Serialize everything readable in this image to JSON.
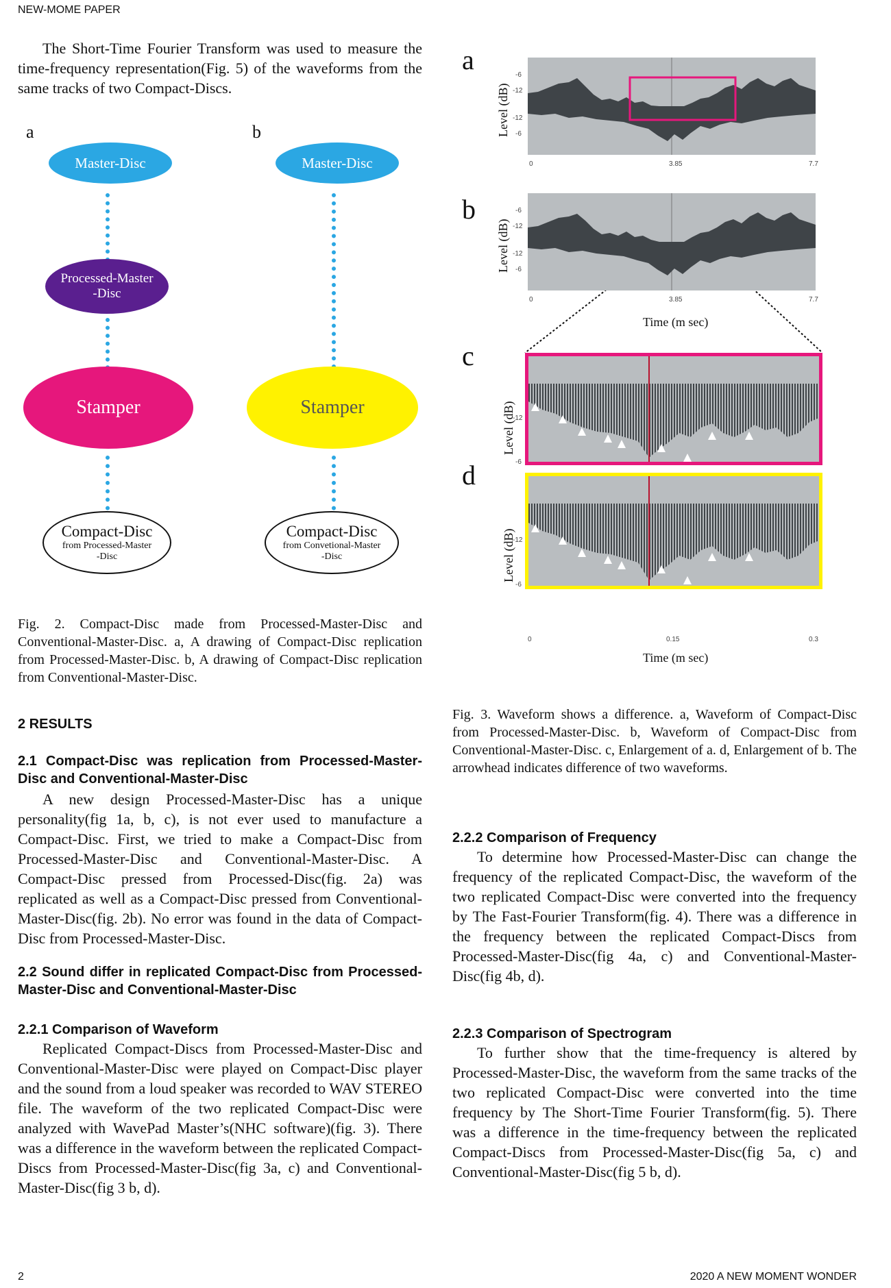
{
  "running_head": "NEW-MOME PAPER",
  "intro": "The Short-Time Fourier Transform was used to measure the time-frequency representation(Fig. 5) of the waveforms from the same tracks of two Compact-Discs.",
  "fig2": {
    "panel_a": "a",
    "panel_b": "b",
    "master_a": "Master-Disc",
    "master_b": "Master-Disc",
    "processed_l1": "Processed-Master",
    "processed_l2": "-Disc",
    "stamper_a": "Stamper",
    "stamper_b": "Stamper",
    "cd_a_title": "Compact-Disc",
    "cd_a_sub1": "from Processed-Master",
    "cd_a_sub2": "-Disc",
    "cd_b_title": "Compact-Disc",
    "cd_b_sub1": "from Convetional-Master",
    "cd_b_sub2": "-Disc",
    "caption": "Fig. 2. Compact-Disc made from Processed-Master-Disc and Conventional-Master-Disc. a, A drawing of Compact-Disc replication from Processed-Master-Disc. b, A drawing of Compact-Disc replication from Conventional-Master-Disc."
  },
  "fig3": {
    "letters": [
      "a",
      "b",
      "c",
      "d"
    ],
    "ylabel": "Level (dB)",
    "ab_yticks": [
      "-6",
      "-12",
      "-12",
      "-6"
    ],
    "cd_yticks": [
      "-12",
      "-6"
    ],
    "ab_xticks": [
      "0",
      "3.85",
      "7.7"
    ],
    "cd_xticks": [
      "0",
      "0.15",
      "0.3"
    ],
    "xlabel": "Time (m sec)",
    "caption": "Fig. 3. Waveform shows a difference. a, Waveform of Compact-Disc from Processed-Master-Disc. b, Waveform of Compact-Disc from Conventional-Master-Disc. c, Enlargement of a. d, Enlargement of b. The arrowhead indicates difference of two waveforms.",
    "colors": {
      "magenta": "#e6177c",
      "yellow": "#fff200",
      "plot_bg": "#b9bdc0",
      "wave": "#3f4448"
    }
  },
  "results": {
    "heading": "2 RESULTS",
    "h21": "2.1 Compact-Disc was replication from Processed-Master-Disc and Conventional-Master-Disc",
    "p21": "A new design Processed-Master-Disc has a unique personality(fig 1a, b, c), is not ever used to manufacture a Compact-Disc. First, we tried to make a Compact-Disc from Processed-Master-Disc and Conventional-Master-Disc. A Compact-Disc pressed from Processed-Disc(fig. 2a) was replicated as well as a Compact-Disc pressed from Conventional-Master-Disc(fig. 2b). No error was found in the data of Compact-Disc from Processed-Master-Disc.",
    "h22": "2.2 Sound differ in replicated Compact-Disc from Processed-Master-Disc and Conventional-Master-Disc",
    "h221": "2.2.1 Comparison of Waveform",
    "p221": "Replicated Compact-Discs from Processed-Master-Disc and Conventional-Master-Disc were played on Compact-Disc player and the sound from a loud speaker was recorded to WAV STEREO file. The waveform of the two replicated Compact-Disc were analyzed with WavePad Master’s(NHC software)(fig. 3). There was a difference in the waveform between the replicated Compact-Discs from Processed-Master-Disc(fig 3a, c) and Conventional-Master-Disc(fig 3 b, d).",
    "h222": "2.2.2 Comparison of Frequency",
    "p222": "To determine how Processed-Master-Disc can change the frequency of the replicated Compact-Disc, the waveform of the two replicated Compact-Disc were converted into the frequency by The Fast-Fourier Transform(fig. 4). There was a difference in the frequency between the replicated Compact-Discs from Processed-Master-Disc(fig 4a, c) and Conventional-Master-Disc(fig 4b, d).",
    "h223": "2.2.3 Comparison of Spectrogram",
    "p223": "To further show that the time-frequency is altered by Processed-Master-Disc, the waveform from the same tracks of the two replicated Compact-Disc were converted into the time frequency by The Short-Time Fourier Transform(fig. 5). There was a difference in the time-frequency between the replicated Compact-Discs from Processed-Master-Disc(fig 5a, c) and Conventional-Master-Disc(fig 5 b, d)."
  },
  "footer": {
    "page_number": "2",
    "journal": "2020 A NEW MOMENT WONDER"
  }
}
